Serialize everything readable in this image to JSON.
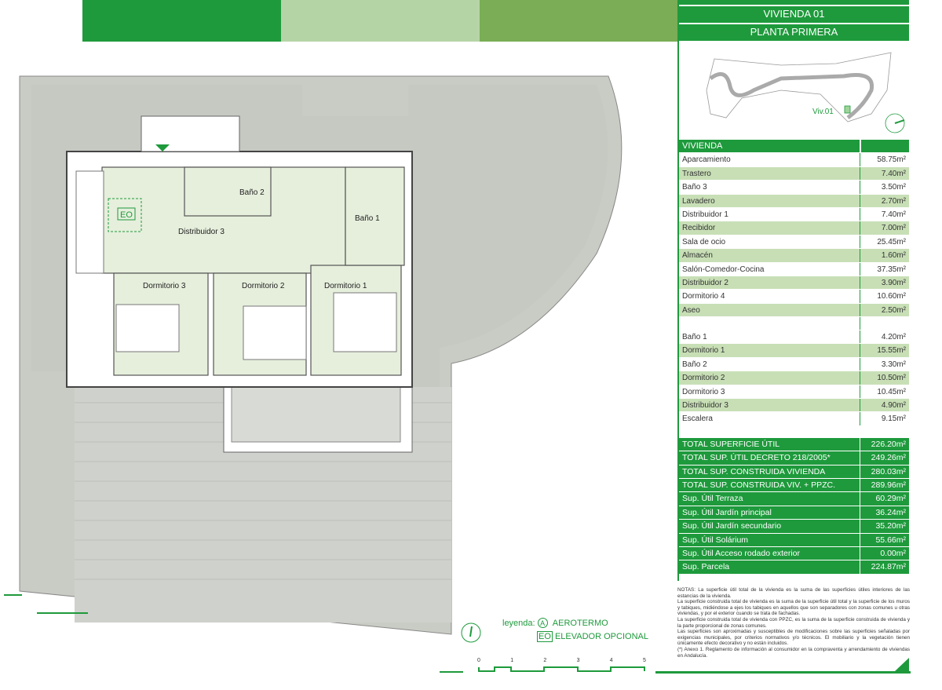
{
  "header": {
    "title": "VIVIENDA 01",
    "subtitle": "PLANTA PRIMERA"
  },
  "colors": {
    "primary": "#1e9a3c",
    "light": "#b5d4a5",
    "olive": "#7aad55",
    "garden": "#c9ccc4"
  },
  "keymap": {
    "label": "Viv.01"
  },
  "plan": {
    "rooms": [
      "Distribuidor 3",
      "Baño 2",
      "Baño 1",
      "Dormitorio 3",
      "Dormitorio 2",
      "Dormitorio 1"
    ],
    "elevator": "EO"
  },
  "table": {
    "header": "VIVIENDA",
    "group1": [
      {
        "name": "Aparcamiento",
        "value": "58.75m²"
      },
      {
        "name": "Trastero",
        "value": "7.40m²"
      },
      {
        "name": "Baño 3",
        "value": "3.50m²"
      },
      {
        "name": "Lavadero",
        "value": "2.70m²"
      },
      {
        "name": "Distribuidor 1",
        "value": "7.40m²"
      },
      {
        "name": "Recibidor",
        "value": "7.00m²"
      },
      {
        "name": "Sala de ocio",
        "value": "25.45m²"
      },
      {
        "name": "Almacén",
        "value": "1.60m²"
      },
      {
        "name": "Salón-Comedor-Cocina",
        "value": "37.35m²"
      },
      {
        "name": "Distribuidor 2",
        "value": "3.90m²"
      },
      {
        "name": "Dormitorio 4",
        "value": "10.60m²"
      },
      {
        "name": "Aseo",
        "value": "2.50m²"
      }
    ],
    "group2": [
      {
        "name": "Baño 1",
        "value": "4.20m²"
      },
      {
        "name": "Dormitorio 1",
        "value": "15.55m²"
      },
      {
        "name": "Baño 2",
        "value": "3.30m²"
      },
      {
        "name": "Dormitorio 2",
        "value": "10.50m²"
      },
      {
        "name": "Dormitorio 3",
        "value": "10.45m²"
      },
      {
        "name": "Distribuidor 3",
        "value": "4.90m²"
      },
      {
        "name": "Escalera",
        "value": "9.15m²"
      }
    ],
    "totals": [
      {
        "name": "TOTAL SUPERFICIE ÚTIL",
        "value": "226.20m²"
      },
      {
        "name": "TOTAL SUP. ÚTIL DECRETO 218/2005*",
        "value": "249.26m²"
      },
      {
        "name": "TOTAL SUP. CONSTRUIDA VIVIENDA",
        "value": "280.03m²"
      },
      {
        "name": "TOTAL SUP. CONSTRUIDA VIV. + PPZC.",
        "value": "289.96m²"
      },
      {
        "name": "Sup. Útil Terraza",
        "value": "60.29m²"
      },
      {
        "name": "Sup. Útil Jardín principal",
        "value": "36.24m²"
      },
      {
        "name": "Sup. Útil Jardín secundario",
        "value": "35.20m²"
      },
      {
        "name": "Sup. Útil Solárium",
        "value": "55.66m²"
      },
      {
        "name": "Sup. Útil Acceso rodado exterior",
        "value": "0.00m²"
      },
      {
        "name": "Sup. Parcela",
        "value": "224.87m²"
      }
    ]
  },
  "notes": [
    "NOTAS: La superficie útil total de la vivienda es la suma de las superficies útiles interiores de las estancias de la vivienda.",
    "La superficie construida total de vivienda es la suma de la superficie útil total y la superficie de los muros y tabiques, midiéndose a ejes los tabiques en aquellos que son separadores con zonas comunes u otras viviendas, y por el exterior cuando se trata de fachadas.",
    "La superficie construida total de vivienda con PPZC, es la suma de la superficie construida de vivienda y la parte proporcional de zonas comunes.",
    "Las superficies son aproximadas y susceptibles de modificaciones sobre las superficies señaladas por exigencias municipales, por criterios normativos y/o técnicos. El mobiliario y la vegetación tienen únicamente efecto decorativo y no están incluidos.",
    "(*) Anexo 1. Reglamento de información al consumidor en la compraventa y arrendamiento de viviendas en Andalucía."
  ],
  "legend": {
    "title": "leyenda:",
    "symbol_a": "A",
    "item_a": "AEROTERMO",
    "symbol_eo": "EO",
    "item_eo": "ELEVADOR OPCIONAL"
  },
  "scale": {
    "ticks": [
      "0",
      "1",
      "2",
      "3",
      "4",
      "5"
    ]
  }
}
